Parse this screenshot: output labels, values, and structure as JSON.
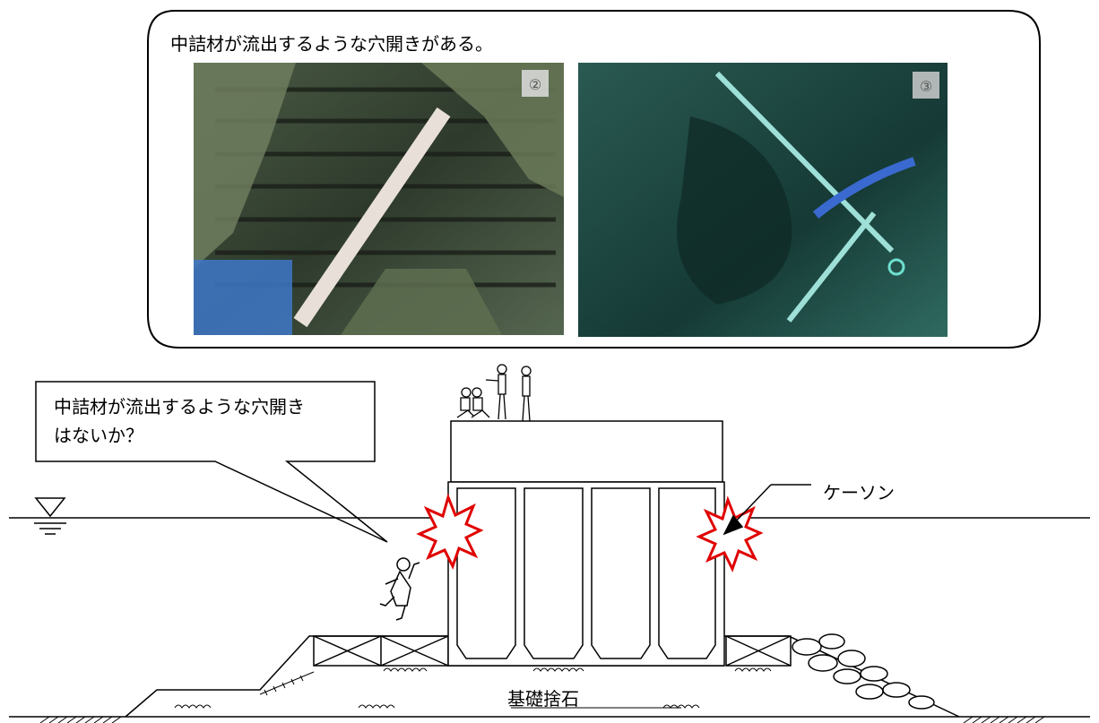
{
  "top_callout": {
    "text": "中詰材が流出するような穴開きがある。"
  },
  "photos": [
    {
      "marker": "②"
    },
    {
      "marker": "③"
    }
  ],
  "left_callout": {
    "line1": "中詰材が流出するような穴開き",
    "line2": "はないか？"
  },
  "labels": {
    "caisson": "ケーソン",
    "foundation": "基礎捨石"
  },
  "colors": {
    "line": "#000000",
    "damage_burst": "#e00000",
    "photo1_tint": "#3c4a3a",
    "photo2_tint": "#1f4a45"
  },
  "icons": [
    "water-level-icon",
    "worker-icon",
    "diver-icon",
    "damage-burst-icon",
    "arrow-icon",
    "riprap-icon"
  ]
}
